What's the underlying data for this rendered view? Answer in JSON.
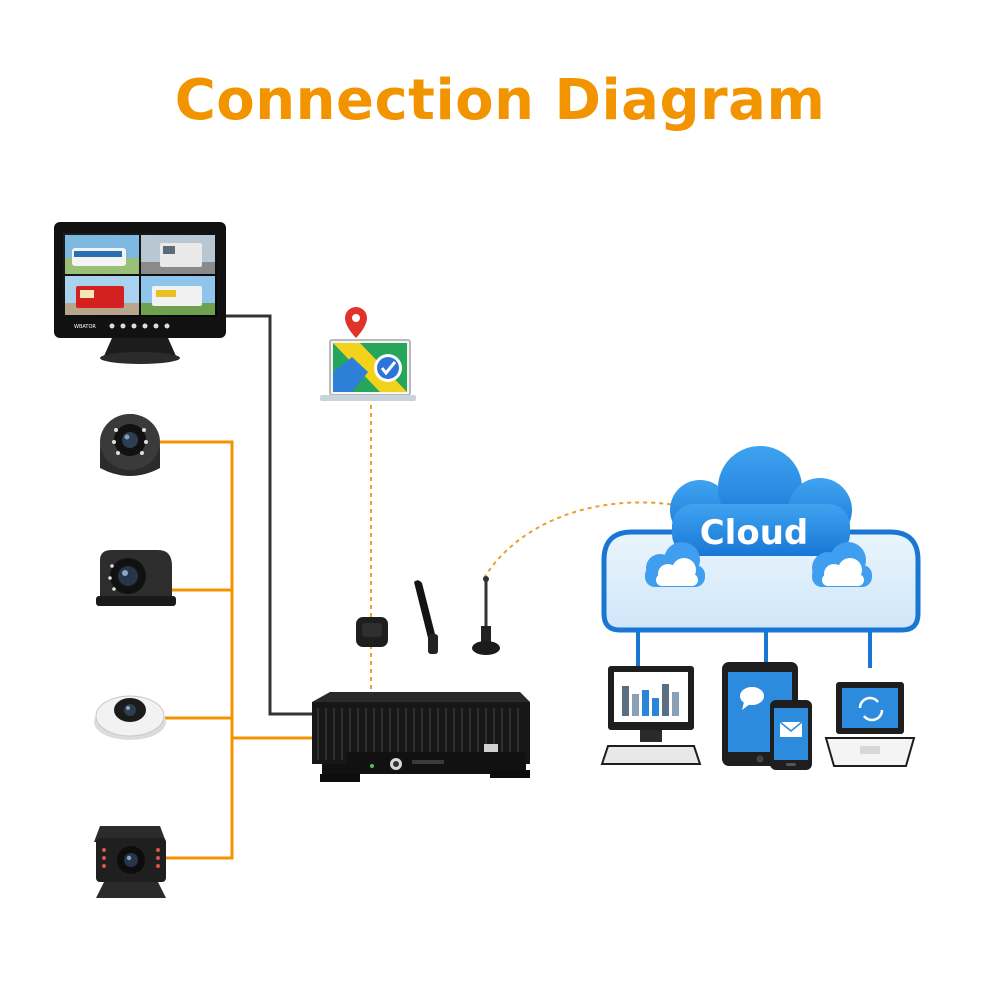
{
  "title": "Connection Diagram",
  "cloud_label": "Cloud",
  "monitor_brand": "WBATOR",
  "colors": {
    "title": "#f29400",
    "camera_wire": "#f29400",
    "monitor_wire": "#333333",
    "dotted_link": "#e8a030",
    "cloud_frame": "#1976d2",
    "cloud_fill": "#d8ecfa",
    "cloud_puff": "#2a8fe0"
  },
  "components": {
    "monitor": "quad-view-monitor",
    "cameras": [
      "dome-camera",
      "side-camera",
      "mini-dome-camera",
      "rear-view-camera"
    ],
    "recorder": "mobile-dvr",
    "antennas": [
      "gps-antenna",
      "wifi-antenna",
      "4g-antenna"
    ],
    "gps_map_icon": "map-location-icon",
    "clients": [
      "desktop-computer",
      "tablet",
      "smartphone",
      "laptop"
    ]
  }
}
